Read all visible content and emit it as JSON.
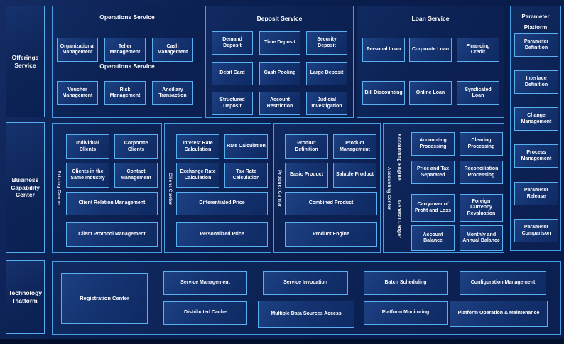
{
  "palette": {
    "background": "#0a1d4d",
    "section_fill": "#0c2254",
    "cell_fill": "#153472",
    "section_border": "#479ee2",
    "cell_border": "#58b0f0",
    "text": "#ffffff"
  },
  "left_rail": {
    "offerings": "Offerings Service",
    "business": "Business Capability Center",
    "technology": "Technology Platform"
  },
  "operations": {
    "title": "Operations Service",
    "subtitle": "Operations Service",
    "cells": [
      "Organizational Management",
      "Teller Management",
      "Cash Management",
      "Voucher Management",
      "Risk Management",
      "Ancillary Transaction"
    ]
  },
  "deposit": {
    "title": "Deposit Service",
    "cells": [
      "Demand Deposit",
      "Time Deposit",
      "Security Deposit",
      "Debit Card",
      "Cash Pooling",
      "Large Deposit",
      "Structured Deposit",
      "Account Restriction",
      "Judicial Investigation"
    ]
  },
  "loan": {
    "title": "Loan Service",
    "cells": [
      "Personal Loan",
      "Corporate Loan",
      "Financing Credit",
      "Bill Discounting",
      "Online Loan",
      "Syndicated Loan"
    ]
  },
  "parameter": {
    "title_line1": "Parameter",
    "title_line2": "Platform",
    "cells": [
      "Parameter Definition",
      "Interface Definition",
      "Change Management",
      "Process Management",
      "Parameter Release",
      "Parameter Comparison"
    ]
  },
  "pricing": {
    "label": "Pricing Center",
    "cells": [
      "Individual Clients",
      "Corporate Clients",
      "Clients in the Same Industry",
      "Contact Management"
    ],
    "wide": [
      "Client Relation Management",
      "Client Protocol Management"
    ]
  },
  "client": {
    "label": "Client Center",
    "cells": [
      "Interest Rate Calculation",
      "Rate Calculation",
      "Exchange Rate Calculation",
      "Tax Rate Calculation"
    ],
    "wide": [
      "Differentiated Price",
      "Personalized Price"
    ]
  },
  "product": {
    "label": "Product Center",
    "cells": [
      "Product Definition",
      "Product Management",
      "Basic Product",
      "Salable Product"
    ],
    "wide": [
      "Combined Product",
      "Product Engine"
    ]
  },
  "accounting": {
    "label": "Accounting Center",
    "engine_label": "Accounting Engine",
    "ledger_label": "General Ledger",
    "engine_cells": [
      "Accounting Processing",
      "Clearing Processing",
      "Price and Tax Separated",
      "Reconciliation Processing"
    ],
    "ledger_cells": [
      "Carry-over of Profit and Loss",
      "Foreign Currency Revaluation",
      "Account Balance",
      "Monthly and Annual Balance"
    ]
  },
  "technology": {
    "registration": "Registration Center",
    "cells": [
      "Service Management",
      "Service Invocation",
      "Batch Scheduling",
      "Configuration Management",
      "Distributed Cache",
      "Multiple Data Sources Access",
      "Platform Monitoring",
      "Platform Operation & Maintenance"
    ]
  }
}
